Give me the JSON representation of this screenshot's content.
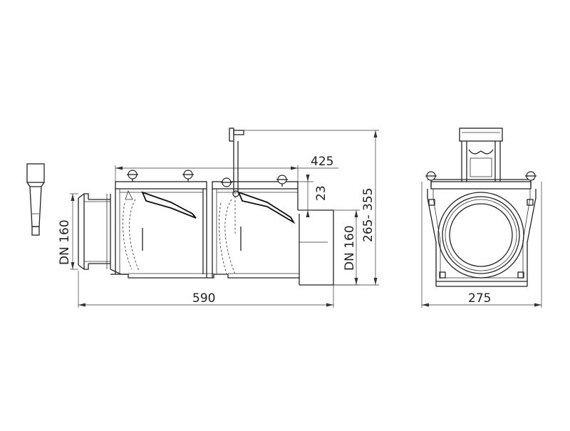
{
  "dimensions": {
    "overall_length": "590",
    "outlet_offset": "425",
    "height_step": "23",
    "inlet_diameter": "DN 160",
    "outlet_diameter": "DN 160",
    "height_range": "265- 355",
    "width": "275"
  },
  "icons": {
    "handle_wheel": "handwheel-icon",
    "key_tool": "operating-key-icon"
  }
}
